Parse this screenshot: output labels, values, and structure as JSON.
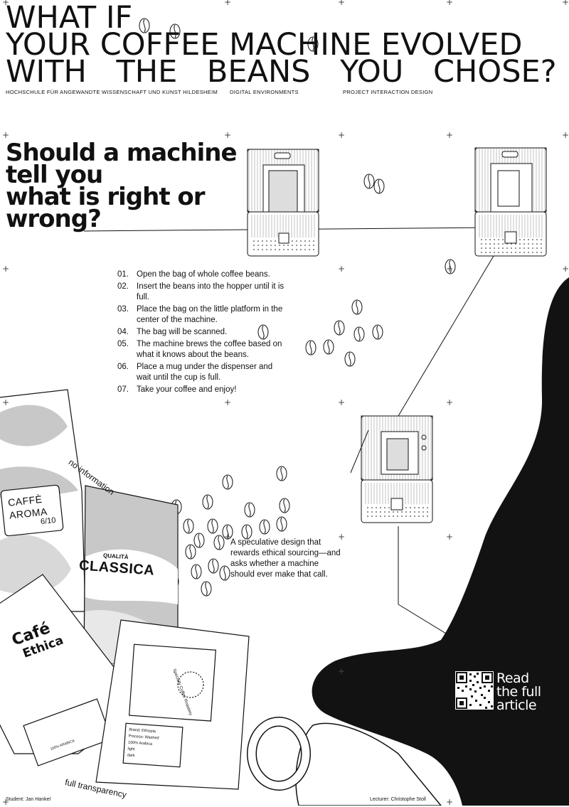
{
  "title_lines": [
    "WHAT IF",
    "YOUR COFFEE MACHINE EVOLVED",
    "WITH THE BEANS YOU CHOSE?"
  ],
  "meta": {
    "school": "HOCHSCHULE FÜR ANGEWANDTE WISSENSCHAFT UND KUNST HILDESHEIM",
    "program": "DIGITAL ENVIRONMENTS",
    "project": "PROJECT INTERACTION DESIGN"
  },
  "question_lines": [
    "Should a machine",
    "tell you",
    "what is right or",
    "wrong?"
  ],
  "steps": [
    {
      "num": "01.",
      "text": "Open the bag of whole coffee beans."
    },
    {
      "num": "02.",
      "text": "Insert the beans into the hopper until it is full."
    },
    {
      "num": "03.",
      "text": "Place the bag on the little platform in the center of the machine."
    },
    {
      "num": "04.",
      "text": "The bag will be scanned."
    },
    {
      "num": "05.",
      "text": "The machine brews the coffee based on what it knows about the beans."
    },
    {
      "num": "06.",
      "text": "Place a mug under the dispenser and wait until the cup is full."
    },
    {
      "num": "07.",
      "text": "Take your coffee and enjoy!"
    }
  ],
  "bag_labels": {
    "no_information": "no information",
    "full_transparency": "full transparency",
    "aroma_line1": "CAFFÈ",
    "aroma_line2": "AROMA",
    "aroma_score": "6/10",
    "classica_small": "QUALITÀ",
    "classica_big": "CLASSICA",
    "ethica_line1": "Café",
    "ethica_line2": "Ethica",
    "ethica_small": "100% ARABICA",
    "specialty_ring": "Specialty Coffee Roastery",
    "specialty_rows": [
      "Brand: Ethiopia",
      "Process: Washed",
      "100% Arabica",
      "light",
      "dark"
    ]
  },
  "speculative_text": "A speculative design that rewards ethical sourcing—and asks whether a machine should ever make that call.",
  "read_lines": [
    "Read",
    "the full",
    "article"
  ],
  "footer": {
    "student": "Student: Jan Hankel",
    "lecturer": "Lecturer: Christophe Stoll"
  },
  "colors": {
    "ink": "#111111",
    "grey": "#c8c8c8",
    "black_shape": "#121212"
  }
}
